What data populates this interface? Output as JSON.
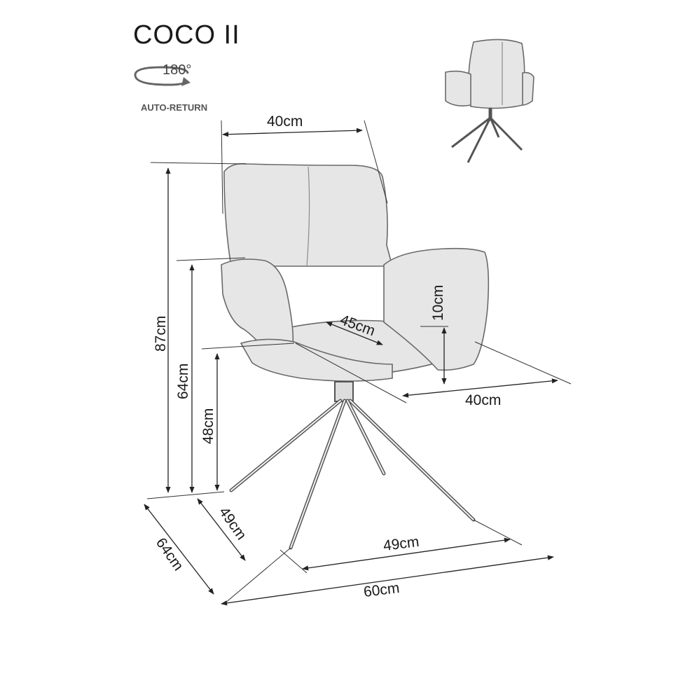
{
  "product": {
    "name": "COCO II"
  },
  "rotation": {
    "angle": "180°",
    "mode": "AUTO-RETURN"
  },
  "dimensions": {
    "backrest_width": "40cm",
    "total_height": "87cm",
    "armrest_height": "64cm",
    "seat_height": "48cm",
    "armrest_above_seat": "10cm",
    "seat_depth": "45cm",
    "seat_width": "40cm",
    "base_depth": "49cm",
    "base_width": "49cm",
    "total_depth": "64cm",
    "total_width": "60cm"
  }
}
